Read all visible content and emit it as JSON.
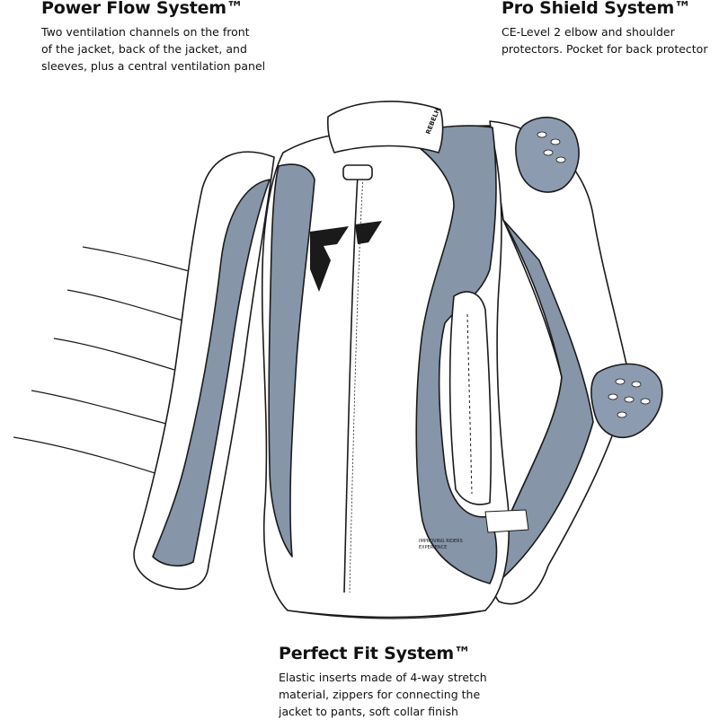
{
  "callouts": {
    "power_flow": {
      "title": "Power Flow System™",
      "body": "Two ventilation channels on the front\nof the jacket, back of the jacket, and\nsleeves, plus a central ventilation panel"
    },
    "pro_shield": {
      "title": "Pro Shield System™",
      "body": "CE-Level 2 elbow and shoulder\nprotectors. Pocket for back protector"
    },
    "perfect_fit": {
      "title": "Perfect Fit System™",
      "body": "Elastic inserts made of 4-way stretch\nmaterial, zippers for connecting the\njacket to pants, soft collar finish"
    }
  },
  "jacket": {
    "collar_text": "REBELH",
    "hem_text_line1": "IMPROVING RIDERS",
    "hem_text_line2": "EXPERIENCE"
  },
  "colors": {
    "accent_gray_blue": "#8695a8",
    "protector": "#8c9bb0",
    "body_white": "#ffffff",
    "outline": "#1a1a1a"
  }
}
